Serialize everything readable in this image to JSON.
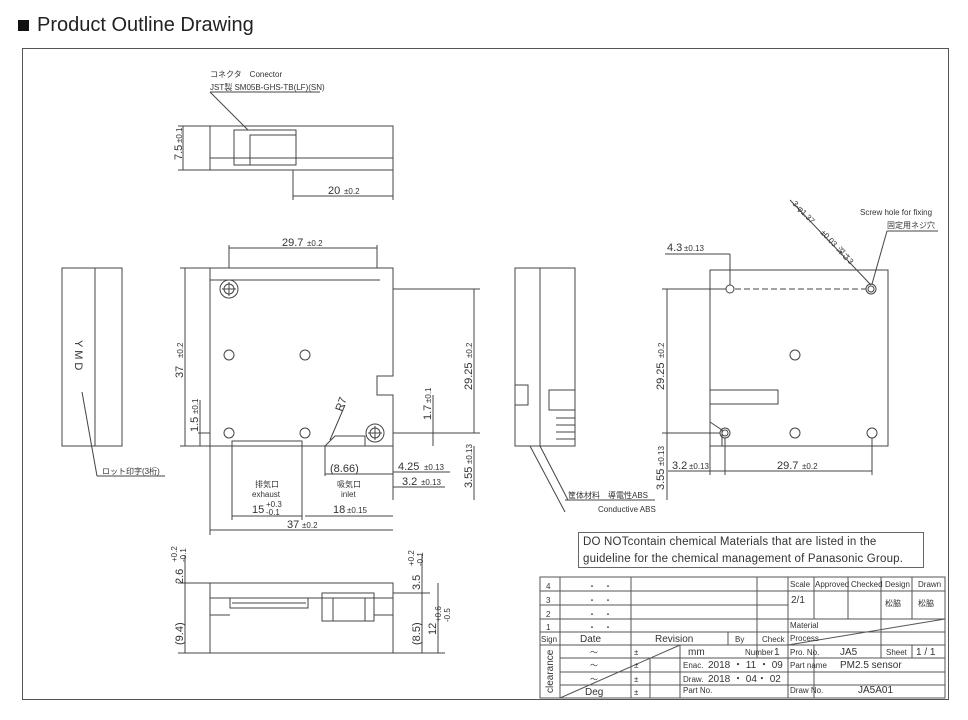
{
  "page": {
    "title": "Product Outline Drawing"
  },
  "connector": {
    "label_jp": "コネクタ　Conector",
    "part": "JST製 SM05B-GHS-TB(LF)(SN)"
  },
  "dims": {
    "top_h": "7.5",
    "top_h_tol": "±0.1",
    "top_w": "20",
    "top_w_tol": "±0.2",
    "front_w": "29.7",
    "front_w_tol": "±0.2",
    "front_h": "37",
    "front_h_tol": "±0.2",
    "front_h2": "29.25",
    "front_h2_tol": "±0.2",
    "front_small": "1.5",
    "front_small_tol": "±0.1",
    "front_r": "R7",
    "front_17": "1.7",
    "front_17_tol": "±0.1",
    "front_355": "3.55",
    "front_355_tol": "±0.13",
    "front_866": "(8.66)",
    "front_425": "4.25",
    "front_425_tol": "±0.13",
    "front_32": "3.2",
    "front_32_tol": "±0.13",
    "front_15": "15",
    "front_15_tol_top": "+0.3",
    "front_15_tol_bot": "-0.1",
    "front_18": "18",
    "front_18_tol": "±0.15",
    "front_37b": "37",
    "front_37b_tol": "±0.2",
    "back_43": "4.3",
    "back_43_tol": "±0.13",
    "back_hole": "3-φ1.37",
    "back_hole_tol": "±0.03",
    "back_hole_depth": "深さ3",
    "back_2925": "29.25",
    "back_2925_tol": "±0.2",
    "back_355": "3.55",
    "back_355_tol": "±0.13",
    "back_32": "3.2",
    "back_32_tol": "±0.13",
    "back_297": "29.7",
    "back_297_tol": "±0.2",
    "bot_26": "2.6",
    "bot_26_tol_top": "+0.2",
    "bot_26_tol_bot": "-0.1",
    "bot_35": "3.5",
    "bot_35_tol_top": "+0.2",
    "bot_35_tol_bot": "-0.1",
    "bot_94": "(9.4)",
    "bot_85": "(8.5)",
    "bot_12": "12",
    "bot_12_tol_top": "+0.6",
    "bot_12_tol_bot": "-0.5"
  },
  "labels": {
    "side_ymd": "Y M D",
    "lot": "ロット印字(3桁)",
    "exhaust_jp": "排気口",
    "exhaust": "exhaust",
    "inlet_jp": "吸気口",
    "inlet": "inlet",
    "screw_en": "Screw hole for fixing",
    "screw_jp": "固定用ネジ穴",
    "material_jp": "筐体材料　導電性ABS",
    "material_en": "Conductive ABS"
  },
  "note": "DO NOTcontain chemical Materials that are listed in the guideline for the chemical management of Panasonic Group.",
  "title_block": {
    "hdr_scale": "Scale",
    "hdr_approved": "Approved",
    "hdr_checked": "Checked",
    "hdr_design": "Design",
    "hdr_drawn": "Drawn",
    "rev_marks": [
      "4",
      "3",
      "2",
      "1"
    ],
    "dots": "・　・",
    "design_name": "松脇",
    "drawn_name": "松脇",
    "scale": "2/1",
    "material": "Material",
    "sign": "Sign",
    "date": "Date",
    "revision": "Revision",
    "by": "By",
    "check": "Check",
    "process": "Process",
    "clearance": "clearance",
    "tilde": "～",
    "deg": "Deg",
    "mm": "mm",
    "pm": "±",
    "number_lbl": "Number",
    "number_val": "1",
    "proj_no_lbl": "Pro. No.",
    "proj_no": "JA5",
    "sheet_lbl": "Sheet",
    "sheet": "1 / 1",
    "enac_lbl": "Enac.",
    "enac": "2018 ・ 11 ・ 09",
    "draw_lbl": "Draw.",
    "draw": "2018 ・ 04・ 02",
    "part_name_lbl": "Part name",
    "part_name": "PM2.5 sensor",
    "part_no_lbl": "Part No.",
    "draw_no_lbl": "Draw No.",
    "draw_no": "JA5A01"
  }
}
